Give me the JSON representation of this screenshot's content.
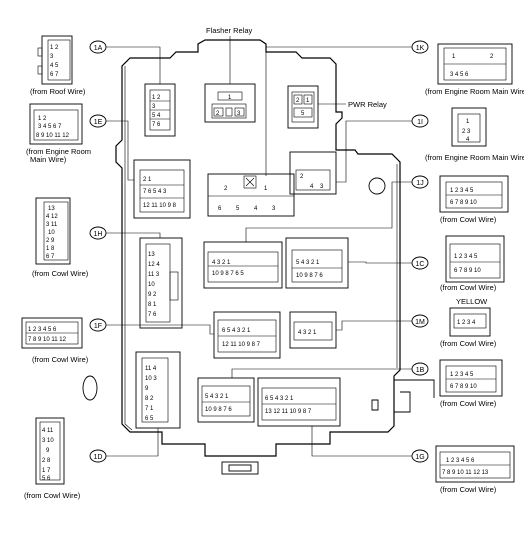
{
  "relays": {
    "flasher": "Flasher Relay",
    "pwr": "PWR Relay"
  },
  "connectors": [
    {
      "code": "1A",
      "source": "(from Roof Wire)"
    },
    {
      "code": "1K",
      "source": "(from Engine Room Main Wire)"
    },
    {
      "code": "1E",
      "source_line1": "(from Engine Room",
      "source_line2": "Main Wire)"
    },
    {
      "code": "1I",
      "source": "(from Engine Room Main Wire)"
    },
    {
      "code": "1J",
      "source": "(from Cowl Wire)"
    },
    {
      "code": "1H",
      "source": "(from Cowl Wire)"
    },
    {
      "code": "1C",
      "source": "(from Cowl Wire)"
    },
    {
      "code": "1F",
      "source": "(from Cowl Wire)"
    },
    {
      "code": "1M",
      "source": "(from Cowl Wire)",
      "color": "YELLOW"
    },
    {
      "code": "1B",
      "source": "(from Cowl Wire)"
    },
    {
      "code": "1D",
      "source": "(from Cowl Wire)"
    },
    {
      "code": "1G",
      "source": "(from Cowl Wire)"
    }
  ]
}
